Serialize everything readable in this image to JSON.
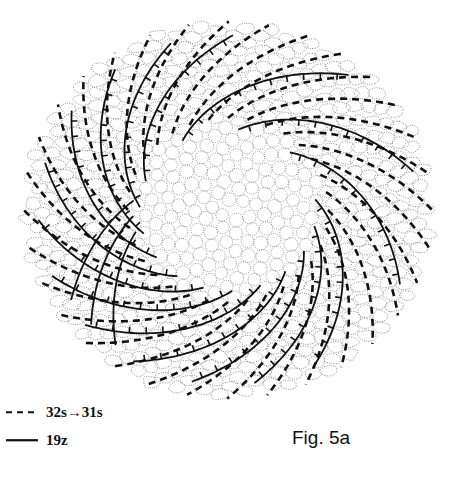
{
  "diagram": {
    "labels": [
      "Fig. 5a"
    ],
    "legend": [
      {
        "text": "32s→31s"
      },
      {
        "text": "19z"
      }
    ]
  }
}
